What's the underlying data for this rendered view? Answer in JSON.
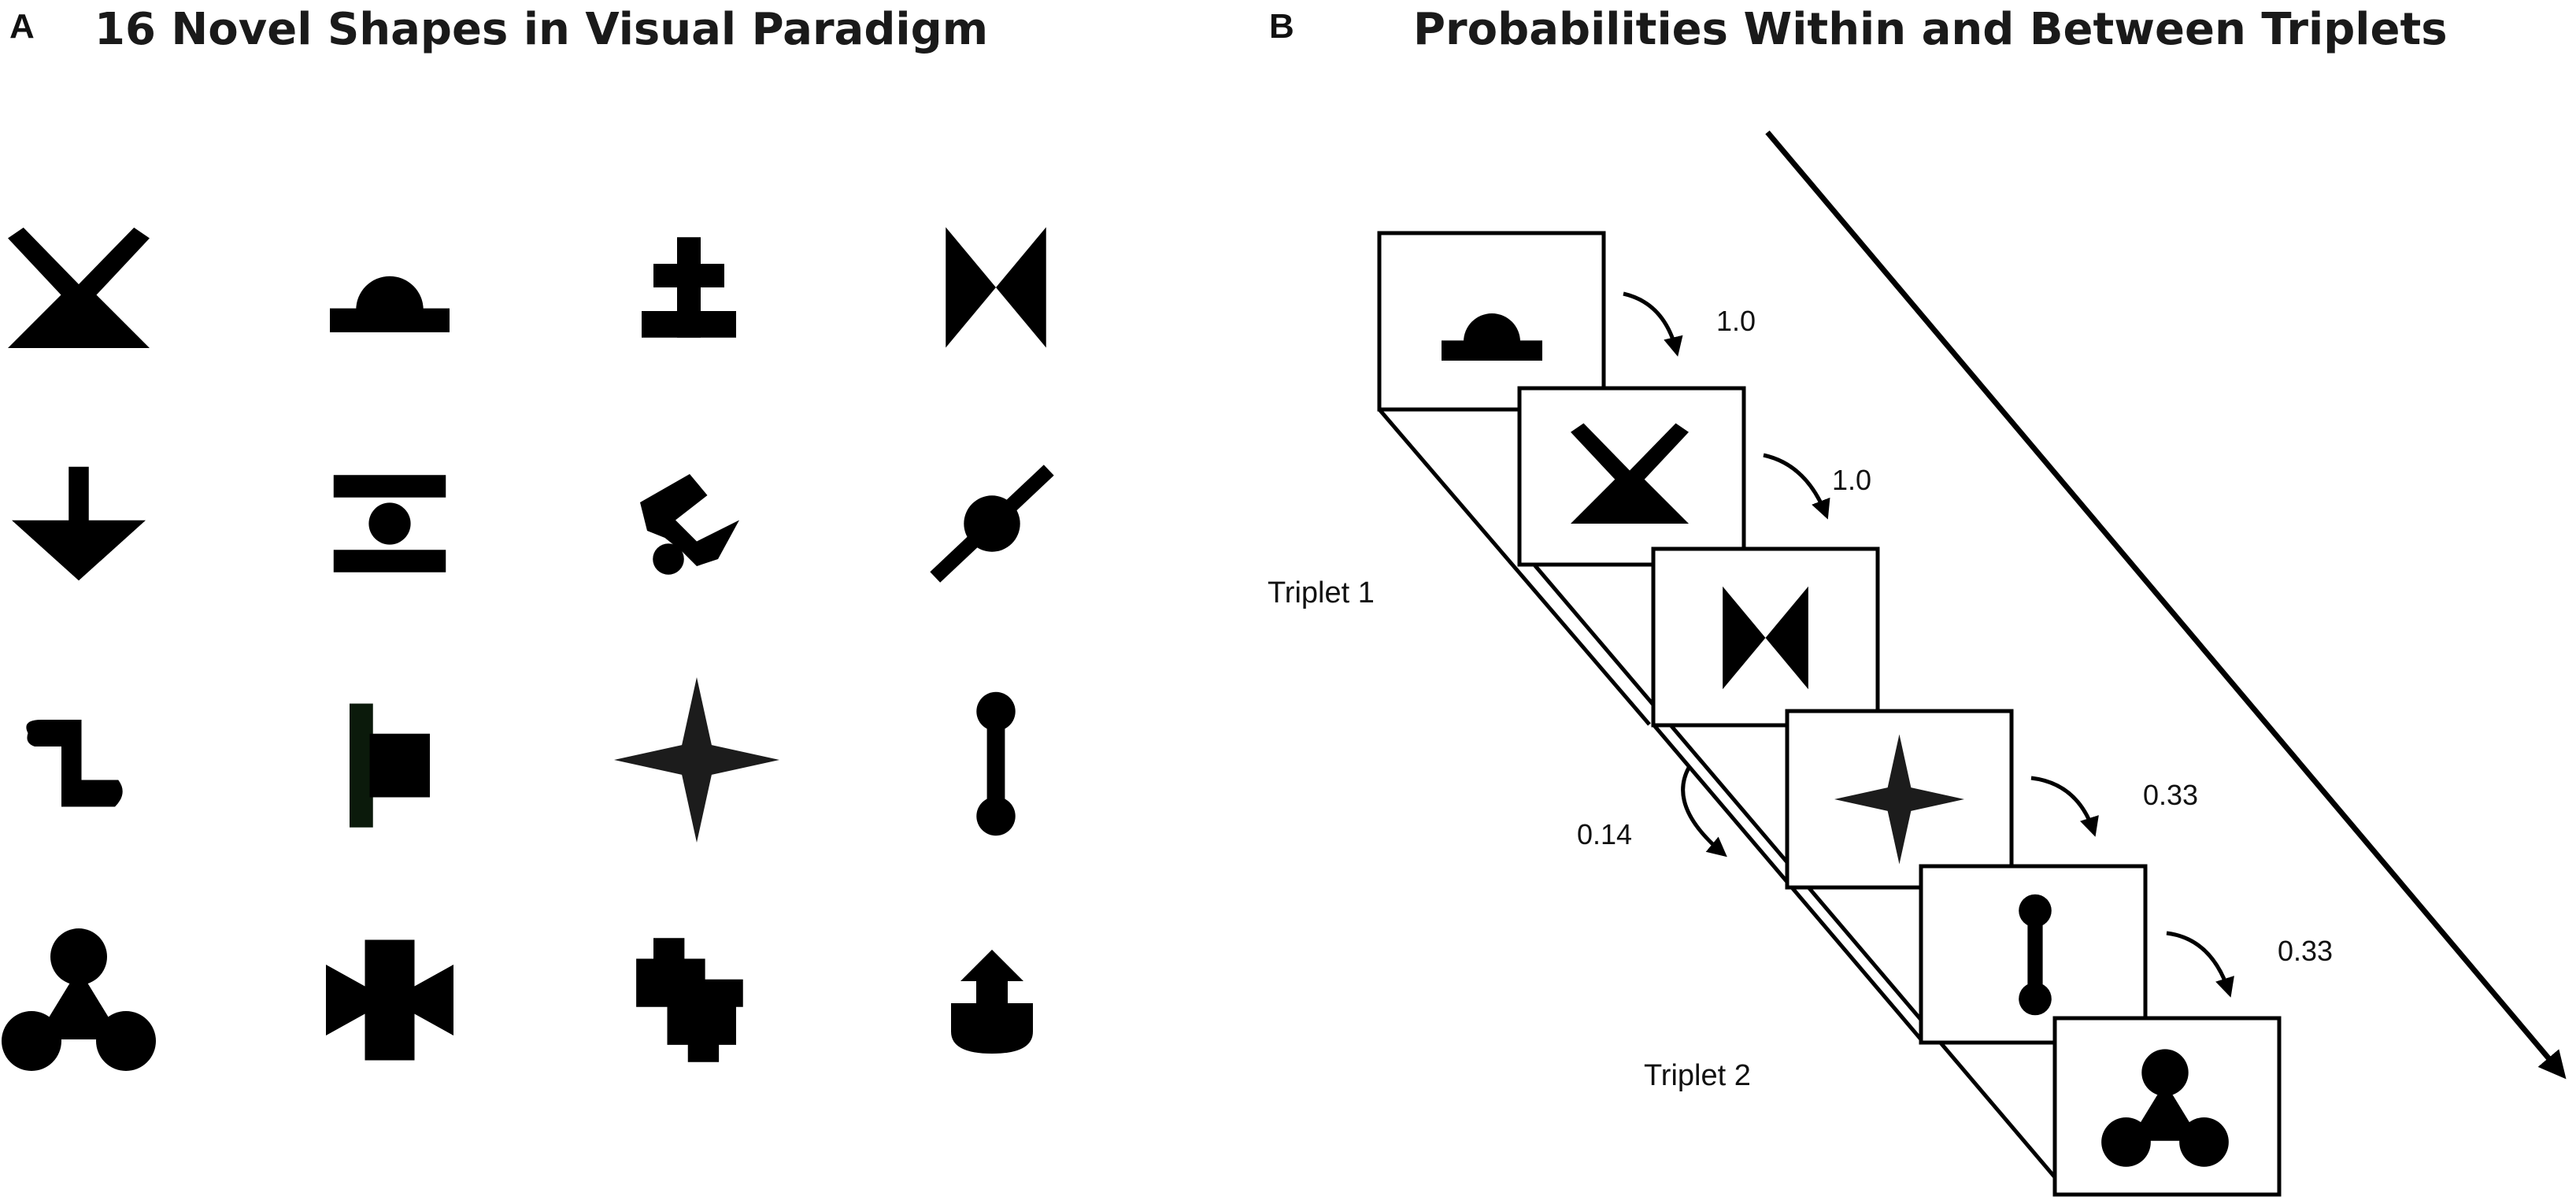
{
  "panel_a": {
    "letter": "A",
    "title": "16 Novel Shapes in Visual Paradigm",
    "shapes": [
      "x-cross-shape",
      "dome-shape",
      "plus-stack-shape",
      "bowtie-shape",
      "down-arrow-shape",
      "bar-ball-bar-shape",
      "bird-shape",
      "diagonal-ball-shape",
      "s-bend-shape",
      "post-block-shape",
      "four-point-star-shape",
      "dumbbell-shape",
      "trefoil-shape",
      "cross-bowtie-shape",
      "double-cross-shape",
      "arrow-cup-shape"
    ]
  },
  "panel_b": {
    "letter": "B",
    "title": "Probabilities Within and Between Triplets",
    "triplet1_label": "Triplet 1",
    "triplet2_label": "Triplet 2",
    "frames": [
      "dome-shape",
      "x-cross-shape",
      "bowtie-shape",
      "four-point-star-shape",
      "dumbbell-shape",
      "trefoil-shape"
    ],
    "probabilities": {
      "p1": "1.0",
      "p2": "1.0",
      "between": "0.14",
      "p4": "0.33",
      "p5": "0.33"
    }
  }
}
